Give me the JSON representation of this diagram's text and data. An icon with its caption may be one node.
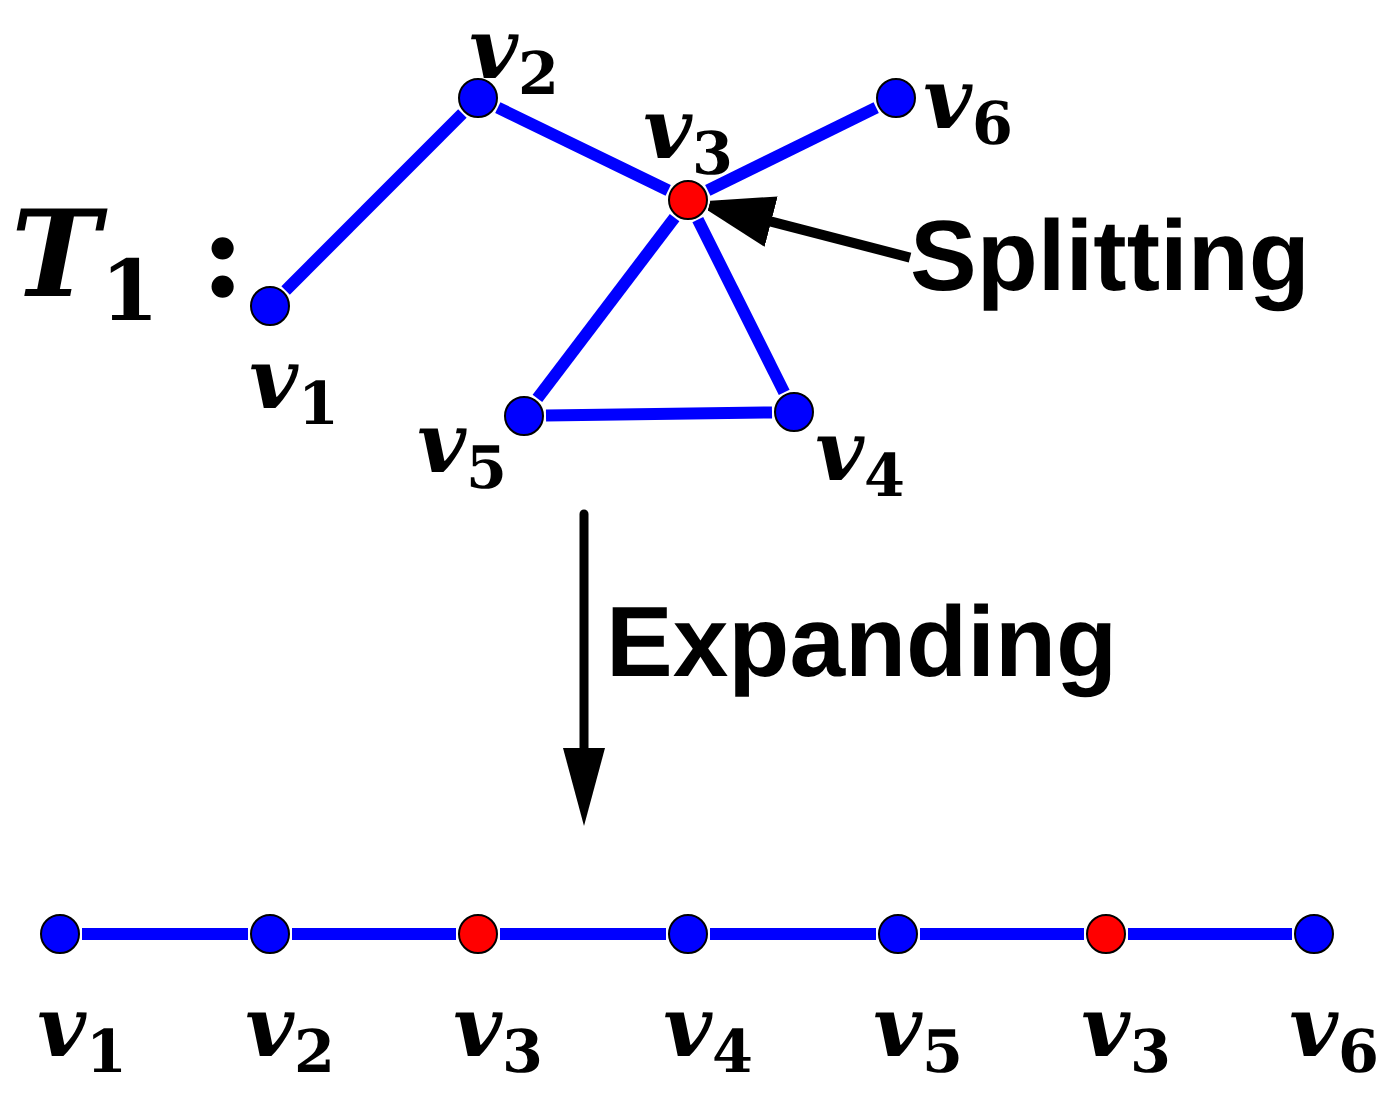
{
  "diagram": {
    "nodes": [
      {
        "text": [],
        "shape": "circle",
        "beside": [
          "*v*$_{1}$"
        ]
      },
      {
        "text": [],
        "shape": "circle",
        "beside": [
          "*v*$_{2}$"
        ]
      },
      {
        "text": [],
        "shape": "circle",
        "beside": [
          "*v*$_{3}$"
        ]
      },
      {
        "text": [],
        "shape": "circle",
        "beside": [
          "*v*$_{4}$"
        ]
      },
      {
        "text": [],
        "shape": "circle",
        "beside": [
          "*v*$_{5}$"
        ]
      },
      {
        "text": [],
        "shape": "circle",
        "beside": [
          "*v*$_{6}$"
        ]
      },
      {
        "text": [
          "Splitting"
        ]
      },
      {
        "text": [],
        "shape": "circle",
        "beside": [
          "*v*$_{1}$"
        ]
      },
      {
        "text": [],
        "shape": "circle",
        "beside": [
          "*v*$_{2}$"
        ]
      },
      {
        "text": [],
        "shape": "circle",
        "beside": [
          "*v*$_{3}$"
        ]
      },
      {
        "text": [],
        "shape": "circle",
        "beside": [
          "*v*$_{4}$"
        ]
      },
      {
        "text": [],
        "shape": "circle",
        "beside": [
          "*v*$_{5}$"
        ]
      },
      {
        "text": [],
        "shape": "circle",
        "beside": [
          "*v*$_{3}$"
        ]
      },
      {
        "text": [],
        "shape": "circle",
        "beside": [
          "*v*$_{6}$"
        ]
      }
    ],
    "edges": [
      {
        "from": 0,
        "to": 1,
        "arrow": "none"
      },
      {
        "from": 1,
        "to": 2,
        "arrow": "none"
      },
      {
        "from": 2,
        "to": 5,
        "arrow": "none"
      },
      {
        "from": 2,
        "to": 4,
        "arrow": "none"
      },
      {
        "from": 2,
        "to": 3,
        "arrow": "none"
      },
      {
        "from": 4,
        "to": 3,
        "arrow": "none"
      },
      {
        "from": 6,
        "to": 2,
        "arrow": "to",
        "color": "#000000"
      },
      {
        "from": 7,
        "to": 8,
        "arrow": "none"
      },
      {
        "from": 8,
        "to": 9,
        "arrow": "none"
      },
      {
        "from": 9,
        "to": 10,
        "arrow": "none"
      },
      {
        "from": 10,
        "to": 11,
        "arrow": "none"
      },
      {
        "from": 11,
        "to": 12,
        "arrow": "none"
      },
      {
        "from": 12,
        "to": 13,
        "arrow": "none"
      }
    ],
    "labels": [
      "*T*$_{1}$ :",
      "Expanding"
    ]
  }
}
